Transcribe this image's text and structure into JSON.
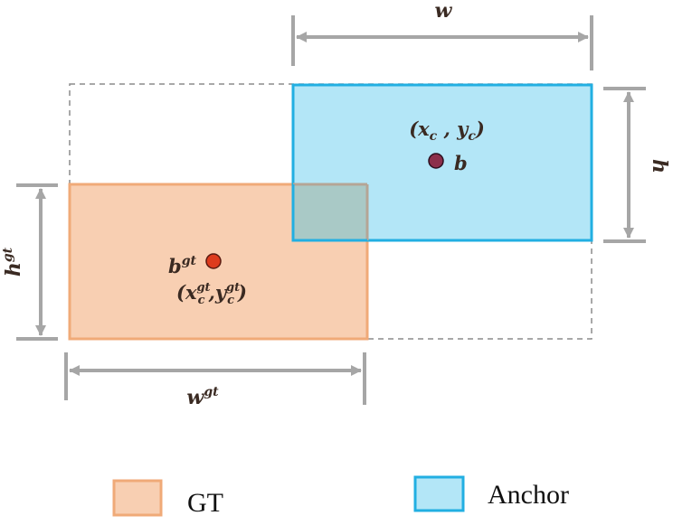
{
  "labels": {
    "anchor_width": "w",
    "anchor_height": "h",
    "anchor_center_x": "x",
    "anchor_center_x_sub": "c",
    "anchor_center_y": "y",
    "anchor_center_y_sub": "c",
    "anchor_point": "b",
    "gt_point": "b",
    "gt_point_sup": "gt",
    "gt_center_x": "x",
    "gt_center_x_sub": "c",
    "gt_center_x_sup": "gt",
    "gt_center_y": "y",
    "gt_center_y_sub": "c",
    "gt_center_y_sup": "gt",
    "gt_width": "w",
    "gt_width_sup": "gt",
    "gt_height": "h",
    "gt_height_sup": "gt"
  },
  "legend": {
    "gt_label": "GT",
    "anchor_label": "Anchor"
  },
  "colors": {
    "gt_fill": "#f8cfb2",
    "gt_stroke": "#f0aa78",
    "anchor_fill": "#b3e6f7",
    "anchor_stroke": "#22afe2",
    "overlap_fill": "#a9c9c6",
    "dimension_line": "#a6a6a6",
    "anchor_dot": "#8c2f4b",
    "gt_dot": "#dd3b1d"
  }
}
